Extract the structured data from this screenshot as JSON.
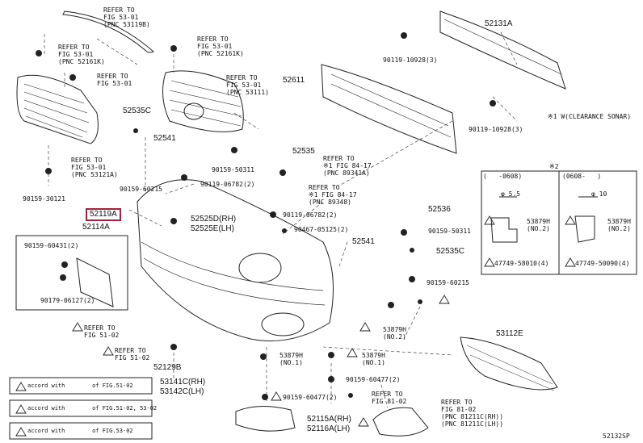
{
  "highlight": "52119A",
  "footer_code": "52132SP",
  "labels": {
    "ref_53_01_a": "REFER TO\nFIG 53-01\n(PNC 53119B)",
    "ref_53_01_b": "REFER TO\nFIG 53-01\n(PNC 52161K)",
    "ref_53_01_c": "REFER TO\nFIG 53-01",
    "ref_53_01_d": "REFER TO\nFIG 53-01\n(PNC 52161K)",
    "ref_53_01_e": "REFER TO\nFIG 53-01\n(PNC 53111)",
    "ref_53_01_f": "REFER TO\nFIG 53-01\n(PNC 53121A)",
    "ref_84_17_a": "REFER TO\n※1 FIG 84-17\n(PNC 89341A)",
    "ref_84_17_b": "REFER TO\n※1 FIG 84-17\n(PNC 89348)",
    "ref_51_02_a": "REFER TO\nFIG 51-02",
    "ref_51_02_b": "REFER TO\nFIG 51-02",
    "ref_81_02_a": "REFER TO\nFIG 81-02",
    "ref_81_02_b": "REFER TO\nFIG 81-02\n(PNC 81211C(RH))\n(PNC 81211C(LH))",
    "clearance": "※1 W(CLEARANCE SONAR)"
  },
  "parts": {
    "p52131A": "52131A",
    "p90119_10928_a": "90119-10928(3)",
    "p90119_10928_b": "90119-10928(3)",
    "p52611": "52611",
    "p52535C_a": "52535C",
    "p52541_a": "52541",
    "p52535": "52535",
    "p90159_50311_a": "90159-50311",
    "p90159_60215_a": "90159-60215",
    "p90119_06782_a": "90119-06782(2)",
    "p90159_30121": "90159-30121",
    "p52114A": "52114A",
    "p52525D": "52525D(RH)",
    "p52525E": "52525E(LH)",
    "p90119_06782_b": "90119-06782(2)",
    "p90467_05125": "90467-05125(2)",
    "p52536": "52536",
    "p90159_50311_b": "90159-50311",
    "p52541_b": "52541",
    "p52535C_b": "52535C",
    "p90159_60215_b": "90159-60215",
    "p90159_60431": "90159-60431(2)",
    "p90179_06127": "90179-06127(2)",
    "p53879H_a": "53879H\n(NO.2)",
    "p53112E": "53112E",
    "p53879H_b": "53879H\n(NO.1)",
    "p53879H_c": "53879H\n(NO.1)",
    "p52129B": "52129B",
    "p90159_60477_a": "90159-60477(2)",
    "p53141C": "53141C(RH)",
    "p53142C": "53142C(LH)",
    "p90159_60477_b": "90159-60477(2)",
    "p52115A": "52115A(RH)",
    "p52116A": "52116A(LH)"
  },
  "detail": {
    "mark": "※2",
    "left_header": "(   -0608)",
    "right_header": "(0608-   )",
    "left_dim": "φ 5.5",
    "right_dim": "φ 10",
    "left_part": "53879H\n(NO.2)",
    "right_part": "53879H\n(NO.2)",
    "left_bolt": "47749-58010(4)",
    "right_bolt": "47749-50090(4)"
  },
  "legend": [
    "accord with        of FIG.51-02",
    "accord with        of FIG.51-02, 53-02",
    "accord with        of FIG.53-02"
  ]
}
